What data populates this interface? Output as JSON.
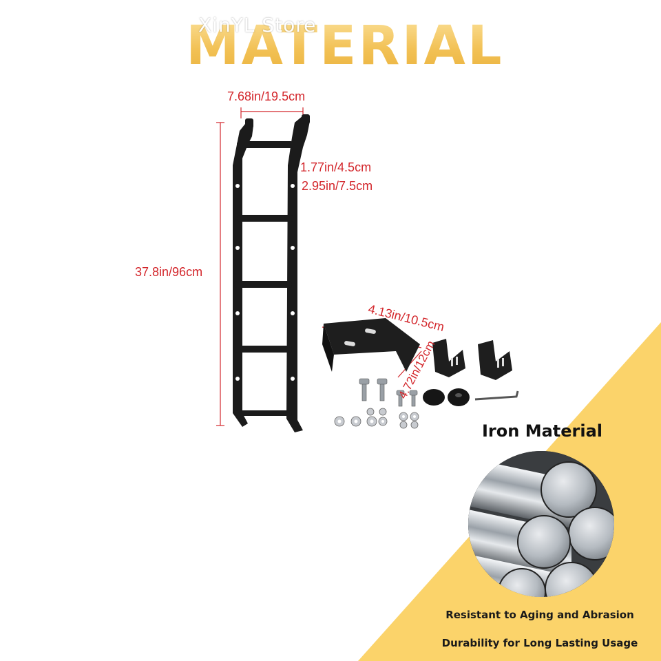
{
  "brand": {
    "watermark": "XinYL Store",
    "headline": "MATERIAL"
  },
  "dimensions": {
    "top_width": "7.68in/19.5cm",
    "step_gap": "1.77in/4.5cm",
    "step_pitch": "2.95in/7.5cm",
    "height": "37.8in/96cm",
    "bracket_length": "4.13in/10.5cm",
    "bracket_width": "4.72in/12cm"
  },
  "material_panel": {
    "title": "Iron Material",
    "features": [
      "Resistant to Aging and Abrasion",
      "Durability for Long Lasting Usage"
    ]
  },
  "colors": {
    "accent_yellow": "#fbd36a",
    "headline_gold": "#f2c155",
    "dimension_red": "#d3262b",
    "product_black": "#1b1b1b"
  },
  "icons": [
    "ladder-image",
    "bracket-kit-image",
    "steel-bars-image"
  ]
}
